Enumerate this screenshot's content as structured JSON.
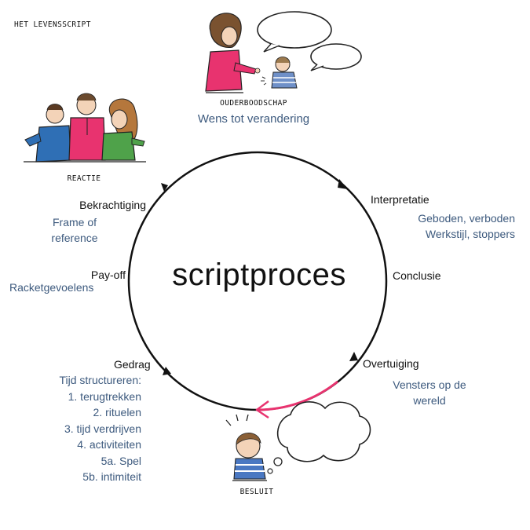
{
  "header": {
    "title": "HET LEVENSSCRIPT"
  },
  "center_title": "scriptproces",
  "accent_color": "#e8336f",
  "text_color": "#3d5a7e",
  "captions": {
    "top": "OUDERBOODSCHAP",
    "left": "REACTIE",
    "bottom": "BESLUIT"
  },
  "wish": "Wens tot verandering",
  "stages": {
    "interpretatie": {
      "label": "Interpretatie",
      "notes": [
        "Geboden, verboden",
        "Werkstijl, stoppers"
      ]
    },
    "conclusie": {
      "label": "Conclusie"
    },
    "overtuiging": {
      "label": "Overtuiging",
      "notes": [
        "Vensters op de",
        "wereld"
      ]
    },
    "gedrag": {
      "label": "Gedrag",
      "notes": [
        "Tijd structureren:",
        "1. terugtrekken",
        "2. rituelen",
        "3. tijd verdrijven",
        "4. activiteiten",
        "5a. Spel",
        "5b. intimiteit"
      ]
    },
    "payoff": {
      "label": "Pay-off",
      "notes": [
        "Racketgevoelens"
      ]
    },
    "bekrachtiging": {
      "label": "Bekrachtiging",
      "notes": [
        "Frame of",
        "reference"
      ]
    }
  },
  "illustrations": {
    "top": "parent-scolding-child-icon",
    "left": "arguing-group-icon",
    "bottom": "thinking-child-icon"
  }
}
